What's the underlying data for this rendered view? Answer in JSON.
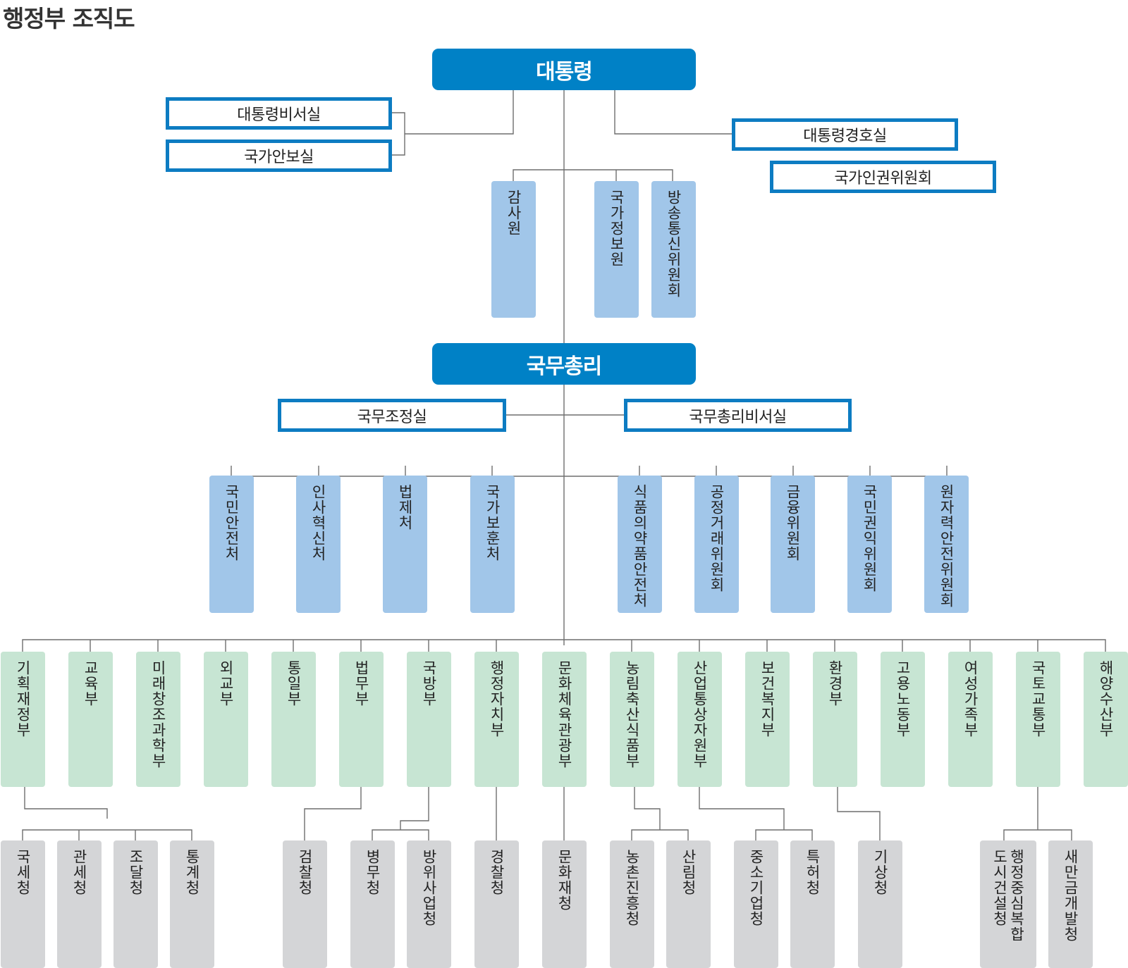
{
  "page_title": "행정부 조직도",
  "president": "대통령",
  "president_staff": {
    "secretariat": "대통령비서실",
    "security": "국가안보실",
    "guard": "대통령경호실",
    "human_rights": "국가인권위원회"
  },
  "president_agencies": [
    "감사원",
    "국가정보원",
    "방송통신위원회"
  ],
  "prime_minister": "국무총리",
  "pm_offices": {
    "coordination": "국무조정실",
    "secretariat": "국무총리비서실"
  },
  "pm_agencies": [
    "국민안전처",
    "인사혁신처",
    "법제처",
    "국가보훈처",
    "식품의약품안전처",
    "공정거래위원회",
    "금융위원회",
    "국민권익위원회",
    "원자력안전위원회"
  ],
  "ministries": [
    "기획재정부",
    "교육부",
    "미래창조과학부",
    "외교부",
    "통일부",
    "법무부",
    "국방부",
    "행정자치부",
    "문화체육관광부",
    "농림축산식품부",
    "산업통상자원부",
    "보건복지부",
    "환경부",
    "고용노동부",
    "여성가족부",
    "국토교통부",
    "해양수산부"
  ],
  "agencies": {
    "finance": [
      "국세청",
      "관세청",
      "조달청",
      "통계청"
    ],
    "justice": [
      "검찰청"
    ],
    "defense": [
      "병무청",
      "방위사업청"
    ],
    "interior": [
      "경찰청"
    ],
    "culture": [
      "문화재청"
    ],
    "agriculture": [
      "농촌진흥청",
      "산림청"
    ],
    "industry": [
      "중소기업청",
      "특허청"
    ],
    "environment": [
      "기상청"
    ],
    "land_line1": "행정중심복합",
    "land_line2": "도시건설청",
    "land_other": "새만금개발청"
  },
  "colors": {
    "top": "#0081c6",
    "outline": "#0d7cc2",
    "agency": "#a1c6e9",
    "ministry": "#c7e5d3",
    "sub_agency": "#d4d5d7",
    "connector": "#6e6e6e"
  }
}
